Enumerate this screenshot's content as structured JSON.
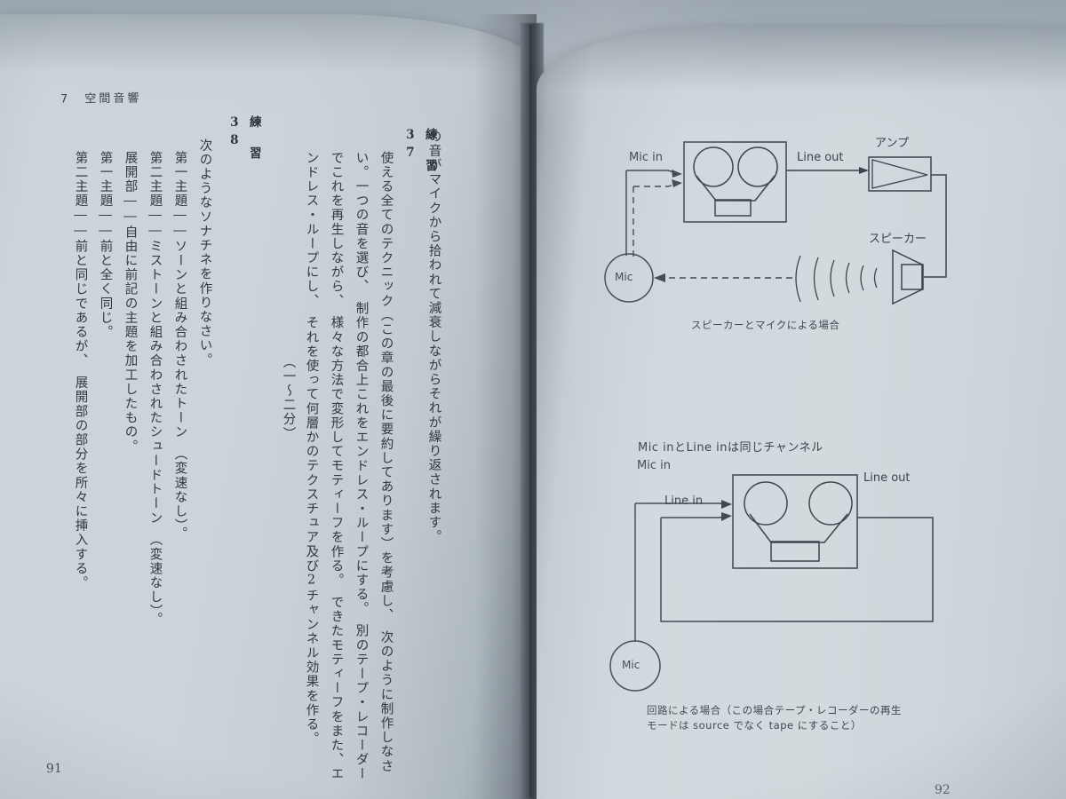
{
  "photo": {
    "subject": "open book spread, Japanese audio-technique textbook",
    "background_color": "#a7b1b9",
    "paper_color": "#ced7dc",
    "ink_color": "#3d454d"
  },
  "left_page": {
    "running_head": "7　空間音響",
    "folio": "91",
    "columns": [
      {
        "id": "col-continuation",
        "text": "の音がマイクから拾われて減衰しながらそれが繰り返されます。"
      },
      {
        "id": "col-ex37-label",
        "text": "練　習\n37"
      },
      {
        "id": "col-ex37-body-1",
        "text": "使える全てのテクニック（この章の最後に要約してあります）を考慮し、　次のように制作しなさ"
      },
      {
        "id": "col-ex37-body-2",
        "text": "い。一つの音を選び、　制作の都合上これをエンドレス・ループにする。　別のテープ・レコーダー"
      },
      {
        "id": "col-ex37-body-3",
        "text": "でこれを再生しながら、　様々な方法で変形してモティーフを作る。　できたモティーフをまた、エ"
      },
      {
        "id": "col-ex37-body-4",
        "text": "ンドレス・ループにし、　それを使って何層かのテクスチュア及び2チャンネル効果を作る。"
      },
      {
        "id": "col-ex37-duration",
        "text": "（一〜二分）"
      },
      {
        "id": "col-ex38-label",
        "text": "練　習\n38"
      },
      {
        "id": "col-ex38-body-1",
        "text": "次のようなソナチネを作りなさい。"
      },
      {
        "id": "col-ex38-body-2",
        "text": "第一主題――ソーンと組み合わされたトーン　（変速なし）。"
      },
      {
        "id": "col-ex38-body-3",
        "text": "第二主題――ミストーンと組み合わされたシュードトーン　（変速なし）。"
      },
      {
        "id": "col-ex38-body-4",
        "text": "展開部――自由に前記の主題を加工したもの。"
      },
      {
        "id": "col-ex38-body-5",
        "text": "第一主題――前と全く同じ。"
      },
      {
        "id": "col-ex38-body-6",
        "text": "第二主題――前と同じであるが、　展開部の部分を所々に挿入する。"
      }
    ]
  },
  "right_page": {
    "folio": "92",
    "diagram_top": {
      "labels": {
        "mic_in": "Mic in",
        "line_out": "Line out",
        "amp": "アンプ",
        "speaker": "スピーカー",
        "mic": "Mic"
      },
      "caption": "スピーカーとマイクによる場合"
    },
    "diagram_bottom": {
      "title": "Mic inとLine inは同じチャンネル",
      "labels": {
        "mic_in": "Mic in",
        "line_in": "Line in",
        "line_out": "Line out",
        "mic": "Mic"
      },
      "caption_line1": "回路による場合（この場合テープ・レコーダーの再生",
      "caption_line2": "モードは source でなく tape にすること）"
    }
  }
}
